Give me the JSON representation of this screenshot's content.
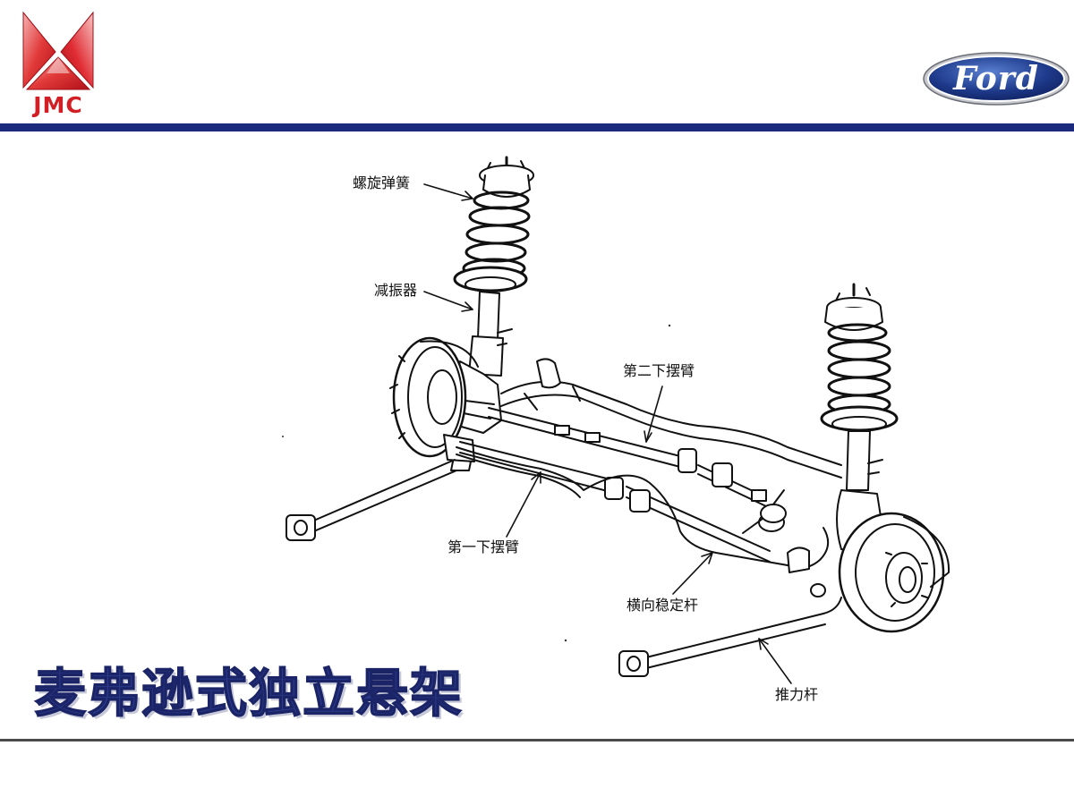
{
  "header": {
    "left_logo": {
      "text": "JMC",
      "icon": "jmc-emblem-icon",
      "color": "#d21f26"
    },
    "right_logo": {
      "text": "Ford",
      "icon": "ford-oval-icon",
      "color": "#1f3b8c"
    },
    "rule_color": "#1c2a7e"
  },
  "diagram": {
    "labels": {
      "coil_spring": "螺旋弹簧",
      "shock_absorber": "减振器",
      "second_lower_arm": "第二下摆臂",
      "first_lower_arm": "第一下摆臂",
      "stabilizer_bar": "横向稳定杆",
      "thrust_rod": "推力杆"
    }
  },
  "title": {
    "text": "麦弗逊式独立悬架",
    "color": "#2b3a8a"
  }
}
